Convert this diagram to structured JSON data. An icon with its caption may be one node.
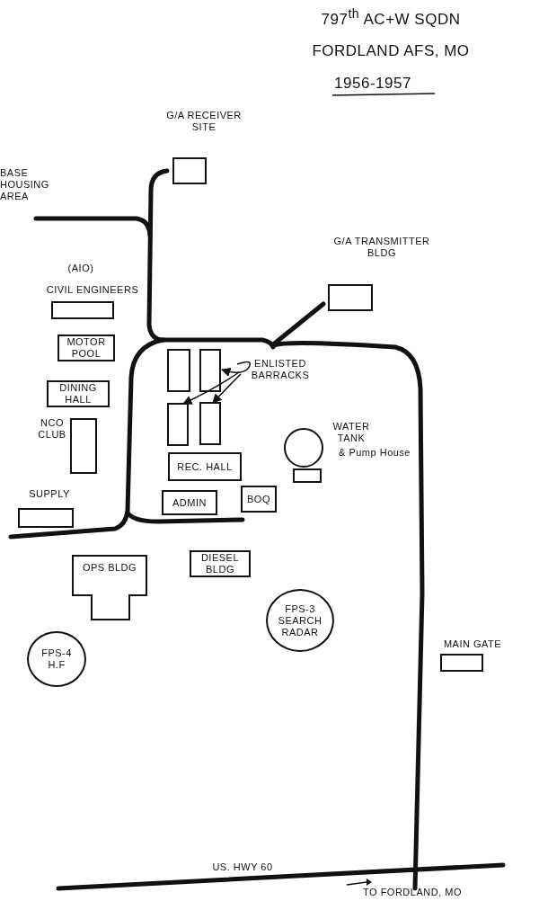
{
  "diagram": {
    "nodes": [
      {
        "text": [
          "G/A RECEIVER SITE"
        ]
      },
      {
        "text": [
          "G/A TRANSMITTER BLDG"
        ]
      },
      {
        "text": [
          "(AIO)",
          "CIVIL ENGINEERS"
        ]
      },
      {
        "text": [
          "MOTOR POOL"
        ]
      },
      {
        "text": [
          "DINING HALL"
        ]
      },
      {
        "text": [
          "NCO CLUB"
        ]
      },
      {
        "text": [],
        "shape": "box"
      },
      {
        "text": [],
        "shape": "box"
      },
      {
        "text": [],
        "shape": "box"
      },
      {
        "text": [],
        "shape": "box"
      },
      {
        "text": [
          "ENLISTED BARRACKS"
        ]
      },
      {
        "text": [
          "REC. HALL"
        ]
      },
      {
        "text": [
          "ADMIN"
        ]
      },
      {
        "text": [
          "BOQ"
        ]
      },
      {
        "text": [
          "WATER TANK"
        ]
      },
      {
        "text": [
          "& Pump House"
        ]
      },
      {
        "text": [
          "SUPPLY"
        ]
      },
      {
        "text": [
          "OPS BLDG"
        ]
      },
      {
        "text": [
          "DIESEL BLDG"
        ]
      },
      {
        "text": [
          "FPS-3 SEARCH RADAR"
        ]
      },
      {
        "text": [
          "FPS-4 H.F"
        ]
      },
      {
        "text": [
          "MAIN GATE"
        ]
      }
    ],
    "edges": [
      {
        "from": 10,
        "to": 7,
        "arrow": "to"
      },
      {
        "from": 10,
        "to": 8,
        "arrow": "to"
      },
      {
        "from": 10,
        "to": 9,
        "arrow": "to"
      }
    ],
    "labels": [
      "797$^{th}$ AC+W SQDN",
      "FORDLAND AFS, MO",
      "1956-1957",
      "BASE HOUSING AREA",
      "US. HWY 60",
      "TO FORDLAND, MO"
    ]
  }
}
